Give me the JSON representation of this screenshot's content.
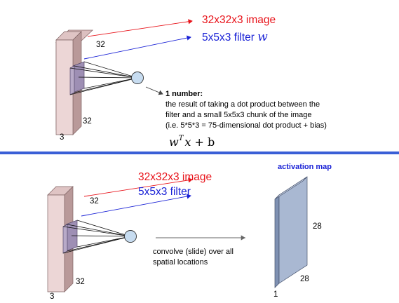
{
  "top_panel": {
    "image_label": "32x32x3 image",
    "filter_label": "5x5x3 filter",
    "filter_var": "w",
    "dim_height": "32",
    "dim_width": "32",
    "dim_depth": "3",
    "note_title": "1 number:",
    "note_lines": [
      "the result of taking a dot product between the",
      "filter and a small 5x5x3 chunk of the image",
      "(i.e. 5*5*3 = 75-dimensional dot product + bias)"
    ],
    "formula": {
      "w": "w",
      "T": "T",
      "x": "x",
      "rest": "+ b"
    }
  },
  "bottom_panel": {
    "image_label": "32x32x3 image",
    "filter_label": "5x5x3 filter",
    "dim_height": "32",
    "dim_width": "32",
    "dim_depth": "3",
    "arrow_caption_lines": [
      "convolve (slide) over all",
      "spatial locations"
    ],
    "activation_title": "activation map",
    "act_height": "28",
    "act_width": "28",
    "act_depth": "1"
  },
  "colors": {
    "volume_face": "#ecd6d6",
    "volume_side": "#c9aaaa",
    "filter_face": "#b8aac8",
    "neuron": "#c7dcf0",
    "activation_face": "#a9b8d2",
    "divider": "#3a5fd6"
  }
}
